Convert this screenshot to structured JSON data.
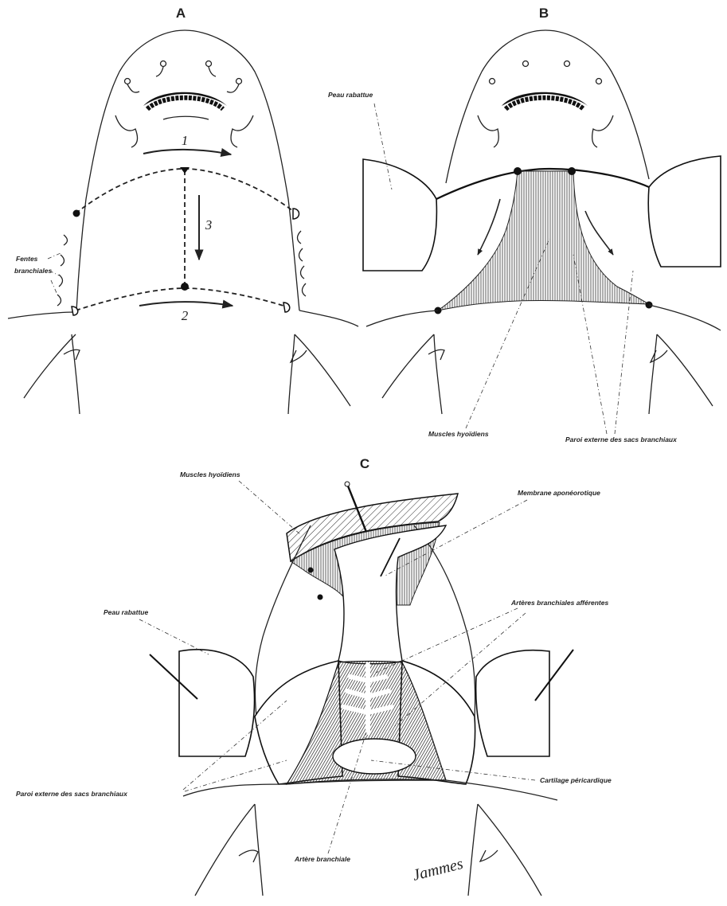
{
  "panels": {
    "a": {
      "letter": "A"
    },
    "b": {
      "letter": "B"
    },
    "c": {
      "letter": "C"
    }
  },
  "figure_a": {
    "incision_numbers": [
      "1",
      "2",
      "3"
    ],
    "label_fentes_line1": "Fentes",
    "label_fentes_line2": "branchiales"
  },
  "figure_b": {
    "label_peau_rabattue": "Peau rabattue",
    "label_muscles_hyoidiens": "Muscles hyoïdiens",
    "label_paroi_externe": "Paroi externe des sacs branchiaux"
  },
  "figure_c": {
    "label_muscles_hyoidiens": "Muscles hyoïdiens",
    "label_membrane": "Membrane aponéorotique",
    "label_peau_rabattue": "Peau rabattue",
    "label_arteres_afferentes": "Artères branchiales afférentes",
    "label_paroi_externe": "Paroi externe des sacs branchiaux",
    "label_cartilage": "Cartilage péricardique",
    "label_artere_branchiale": "Artère branchiale"
  },
  "signature": "Jammes"
}
